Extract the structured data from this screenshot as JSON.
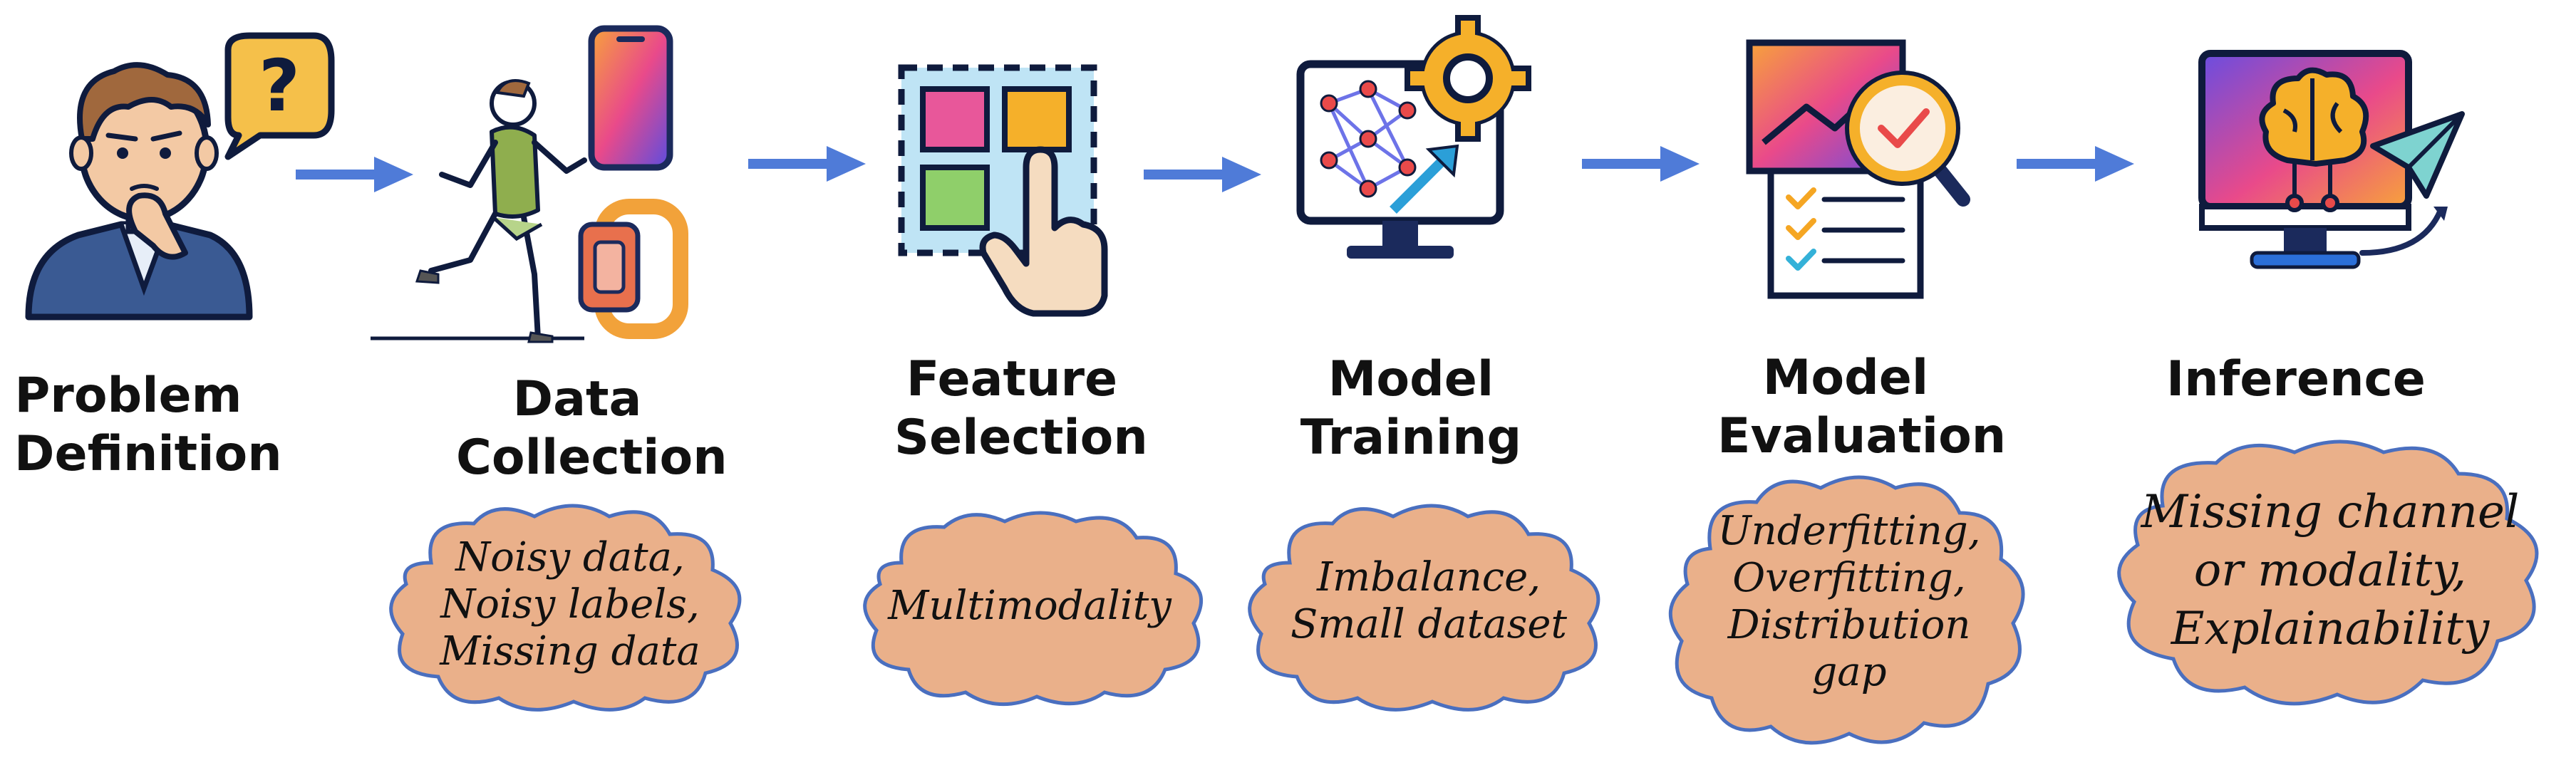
{
  "stages": [
    {
      "id": "problem",
      "title_lines": [
        "Problem",
        "Definition"
      ],
      "icon": "thinking-person-icon",
      "challenges": []
    },
    {
      "id": "data",
      "title_lines": [
        "Data",
        "Collection"
      ],
      "icon": "runner-phone-watch-icon",
      "challenges": [
        "Noisy data,",
        "Noisy labels,",
        "Missing data"
      ]
    },
    {
      "id": "feature",
      "title_lines": [
        "Feature",
        "Selection"
      ],
      "icon": "feature-grid-hand-icon",
      "challenges": [
        "Multimodality"
      ]
    },
    {
      "id": "training",
      "title_lines": [
        "Model",
        "Training"
      ],
      "icon": "network-monitor-gear-icon",
      "challenges": [
        "Imbalance,",
        "Small dataset"
      ]
    },
    {
      "id": "evaluation",
      "title_lines": [
        "Model",
        "Evaluation"
      ],
      "icon": "report-magnifier-icon",
      "challenges": [
        "Underfitting,",
        "Overfitting,",
        "Distribution",
        "gap"
      ]
    },
    {
      "id": "inference",
      "title_lines": [
        "Inference"
      ],
      "icon": "brain-monitor-plane-icon",
      "challenges": [
        "Missing channel",
        "or modality,",
        "Explainability"
      ]
    }
  ],
  "colors": {
    "arrow": "#4f7bd8",
    "cloud_fill": "#eab08a",
    "cloud_stroke": "#4a6fbf",
    "outline": "#0f1b3d",
    "orange": "#f5a623",
    "navy": "#1b2a5c"
  }
}
